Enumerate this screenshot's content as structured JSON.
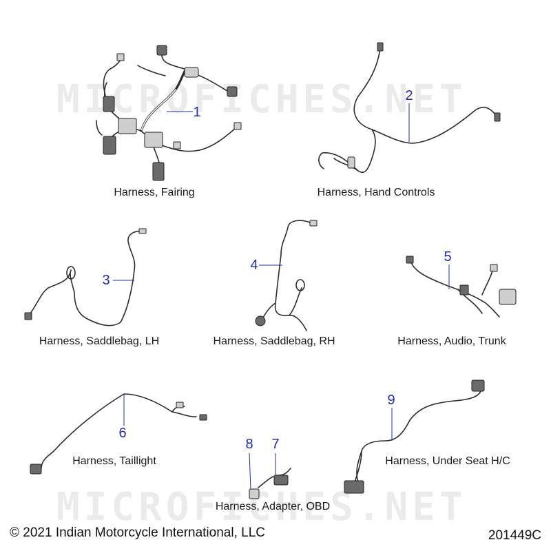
{
  "watermarks": [
    "MICROFICHES.NET",
    "MICROFICHES.NET"
  ],
  "parts": [
    {
      "number": "1",
      "caption": "Harness, Fairing"
    },
    {
      "number": "2",
      "caption": "Harness, Hand Controls"
    },
    {
      "number": "3",
      "caption": "Harness, Saddlebag, LH"
    },
    {
      "number": "4",
      "caption": "Harness, Saddlebag, RH"
    },
    {
      "number": "5",
      "caption": "Harness, Audio, Trunk"
    },
    {
      "number": "6",
      "caption": "Harness, Taillight"
    },
    {
      "number": "7",
      "caption": "Harness, Adapter, OBD"
    },
    {
      "number": "8",
      "caption": ""
    },
    {
      "number": "9",
      "caption": "Harness, Under Seat H/C"
    }
  ],
  "footer": {
    "copyright": "© 2021 Indian Motorcycle International, LLC",
    "diagram_id": "201449C"
  },
  "colors": {
    "callout": "#1f2ea8",
    "line": "#2b2b2b"
  }
}
